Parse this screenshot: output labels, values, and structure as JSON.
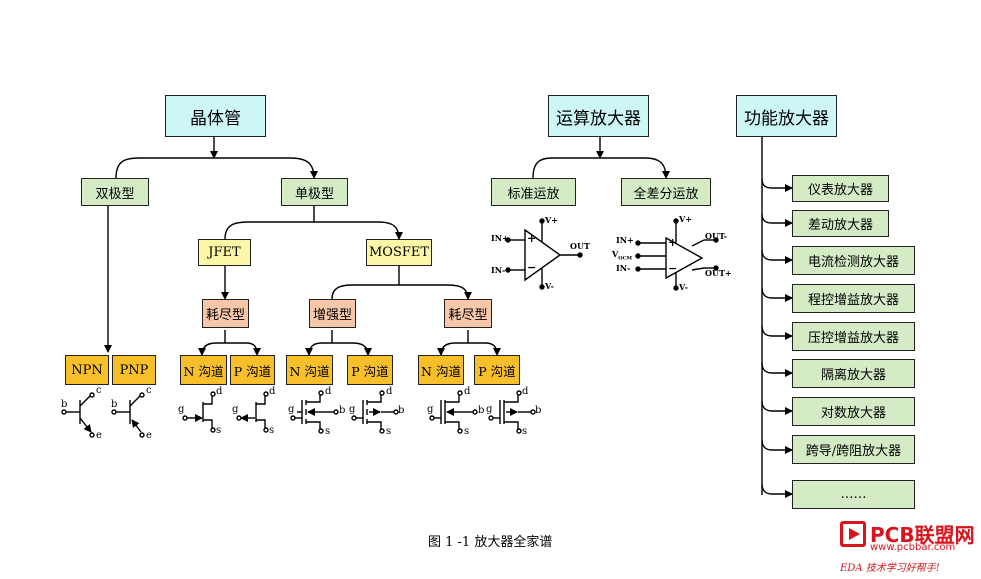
{
  "transistor": {
    "root": "晶体管",
    "bipolar": "双极型",
    "unipolar": "单极型",
    "jfet": "JFET",
    "mosfet": "MOSFET",
    "depletion": "耗尽型",
    "enhancement": "增强型",
    "npn": "NPN",
    "pnp": "PNP",
    "n_channel": "N 沟道",
    "p_channel": "P 沟道",
    "pin_c": "c",
    "pin_b": "b",
    "pin_e": "e",
    "pin_g": "g",
    "pin_d": "d",
    "pin_s": "s"
  },
  "opamp": {
    "root": "运算放大器",
    "standard": "标准运放",
    "fully_differential": "全差分运放",
    "in_plus": "IN+",
    "in_minus": "IN-",
    "v_plus": "V+",
    "v_minus": "V-",
    "out": "OUT",
    "out_minus": "OUT-",
    "out_plus": "OUT+",
    "vocm_main": "V",
    "vocm_sub": "OCM",
    "plus_sign": "+",
    "minus_sign": "−"
  },
  "functional": {
    "root": "功能放大器",
    "items": [
      "仪表放大器",
      "差动放大器",
      "电流检测放大器",
      "程控增益放大器",
      "压控增益放大器",
      "隔离放大器",
      "对数放大器",
      "跨导/跨阻放大器",
      "……"
    ]
  },
  "caption": "图 1 -1 放大器全家谱",
  "watermark": {
    "name": "PCB联盟网",
    "url": "www.pcbbar.com",
    "slogan": "EDA 技术学习好帮手!"
  }
}
